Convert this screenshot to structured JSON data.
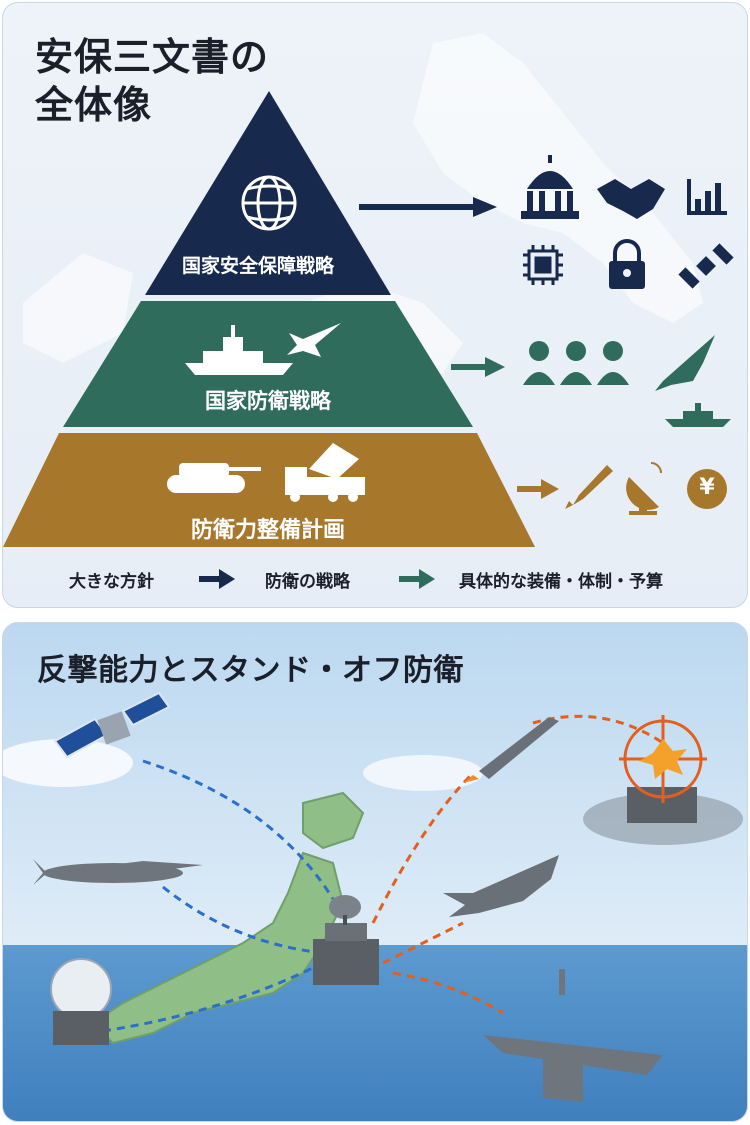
{
  "top_panel": {
    "title": "安保三文書の\n全体像",
    "tiers": [
      {
        "label": "国家安全保障戦略",
        "color": "#17294d"
      },
      {
        "label": "国家防衛戦略",
        "color": "#2f6c5c"
      },
      {
        "label": "防衛力整備計画",
        "color": "#a7782b"
      }
    ],
    "legend": {
      "item1": "大きな方針",
      "item2": "防衛の戦略",
      "item3": "具体的な装備・体制・予算",
      "arrow_colors": [
        "#17294d",
        "#2f6c5c"
      ]
    },
    "yen_symbol": "¥"
  },
  "bottom_panel": {
    "title": "反撃能力とスタンド・オフ防衛",
    "colors": {
      "sensor_link": "#2a6fc9",
      "strike_link": "#e2601f",
      "sea": "#4d8fca",
      "land": "#8fbf86"
    }
  }
}
